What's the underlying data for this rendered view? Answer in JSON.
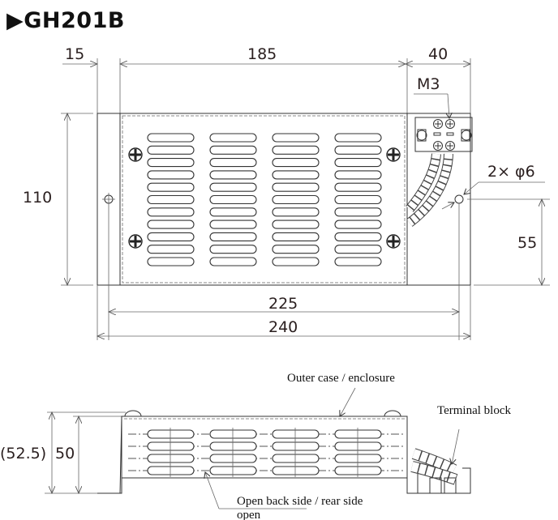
{
  "title": "▶GH201B",
  "top_view": {
    "dimensions": {
      "left_margin": "15",
      "body_width": "185",
      "terminal_width": "40",
      "height": "110",
      "hole_height": "55",
      "hole_pitch": "225",
      "overall_width": "240"
    },
    "labels": {
      "screw": "M3",
      "holes": "2× φ6"
    },
    "vent_columns": 4,
    "vent_rows": 11
  },
  "side_view": {
    "dimensions": {
      "overall_height": "(52.5)",
      "body_height": "50"
    },
    "labels": {
      "outer_case": "Outer case / enclosure",
      "terminal_block": "Terminal block",
      "open_back_line1": "Open back side / rear side",
      "open_back_line2": "open"
    },
    "vent_columns": 4,
    "vent_rows": 4
  }
}
